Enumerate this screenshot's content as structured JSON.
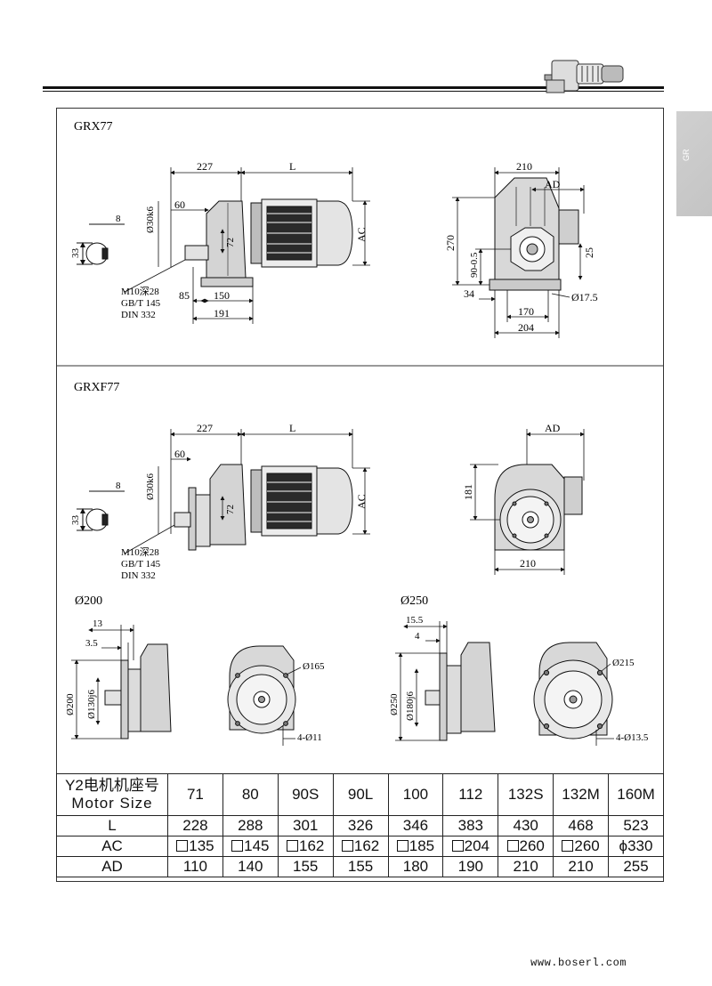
{
  "footer": {
    "url": "www.boserl.com"
  },
  "side_tab": {
    "label": "GR"
  },
  "sections": {
    "grx77": {
      "title": "GRX77",
      "dims": {
        "d227": "227",
        "L": "L",
        "d60": "60",
        "d8": "8",
        "d33": "33",
        "shaft": "Ø30k6",
        "d72": "72",
        "AC": "AC",
        "d85": "85",
        "d150": "150",
        "d191": "191",
        "m10": "M10深28",
        "gbt": "GB/T 145",
        "din": "DIN 332",
        "d210": "210",
        "AD": "AD",
        "d270": "270",
        "d25": "25",
        "d90": "90-0.5",
        "d34": "34",
        "d17": "Ø17.5",
        "d170": "170",
        "d204": "204"
      }
    },
    "grxf77": {
      "title": "GRXF77",
      "dims": {
        "d227": "227",
        "L": "L",
        "d60": "60",
        "d8": "8",
        "d33": "33",
        "shaft": "Ø30k6",
        "d72": "72",
        "AC": "AC",
        "m10": "M10深28",
        "gbt": "GB/T 145",
        "din": "DIN 332",
        "AD": "AD",
        "d181": "181",
        "d210": "210"
      }
    },
    "flange200": {
      "title": "Ø200",
      "dims": {
        "d13": "13",
        "d35": "3.5",
        "d200": "Ø200",
        "d130": "Ø130j6",
        "d165": "Ø165",
        "holes": "4-Ø11"
      }
    },
    "flange250": {
      "title": "Ø250",
      "dims": {
        "d155": "15.5",
        "d4": "4",
        "d250": "Ø250",
        "d180": "Ø180j6",
        "d215": "Ø215",
        "holes": "4-Ø13.5"
      }
    }
  },
  "table": {
    "header_cn": "Y2电机机座号",
    "header_en": "Motor Size",
    "sizes": [
      "71",
      "80",
      "90S",
      "90L",
      "100",
      "112",
      "132S",
      "132M",
      "160M"
    ],
    "rows": [
      {
        "label": "L",
        "values": [
          "228",
          "288",
          "301",
          "326",
          "346",
          "383",
          "430",
          "468",
          "523"
        ]
      },
      {
        "label": "AC",
        "values": [
          "135",
          "145",
          "162",
          "162",
          "185",
          "204",
          "260",
          "260",
          "330"
        ],
        "prefix": [
          "box",
          "box",
          "box",
          "box",
          "box",
          "box",
          "box",
          "box",
          "phi"
        ]
      },
      {
        "label": "AD",
        "values": [
          "110",
          "140",
          "155",
          "155",
          "180",
          "190",
          "210",
          "210",
          "255"
        ]
      }
    ],
    "phi_symbol": "ϕ"
  }
}
